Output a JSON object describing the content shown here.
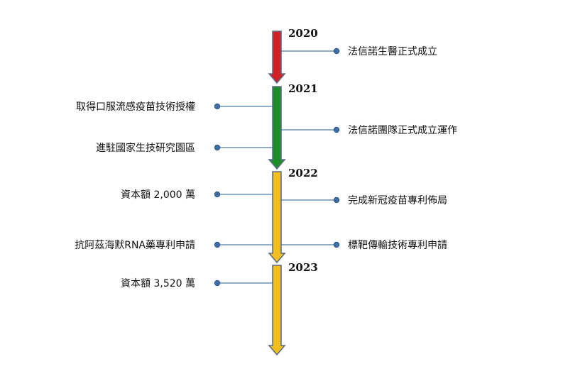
{
  "colors": {
    "line": "#4a7aa8",
    "dot": "#3e6da3",
    "arrow_stroke": "#5a6e88",
    "segment_2020": "#d21f26",
    "segment_2021": "#1f8a2a",
    "segment_2022": "#f2be1f",
    "segment_2023": "#f2be1f"
  },
  "timeline": {
    "years": [
      {
        "label": "2020"
      },
      {
        "label": "2021"
      },
      {
        "label": "2022"
      },
      {
        "label": "2023"
      }
    ],
    "events": [
      {
        "year": "2020",
        "side": "right",
        "text": "法信諾生醫正式成立"
      },
      {
        "year": "2021",
        "side": "left",
        "text": "取得口服流感疫苗技術授權"
      },
      {
        "year": "2021",
        "side": "right",
        "text": "法信諾團隊正式成立運作"
      },
      {
        "year": "2021",
        "side": "left",
        "text": "進駐國家生技研究園區"
      },
      {
        "year": "2022",
        "side": "left",
        "text": "資本額 2,000 萬"
      },
      {
        "year": "2022",
        "side": "right",
        "text": "完成新冠疫苗專利佈局"
      },
      {
        "year": "2022",
        "side": "left",
        "text": "抗阿茲海默RNA藥專利申請"
      },
      {
        "year": "2022",
        "side": "right",
        "text": "標靶傳輸技術專利申請"
      },
      {
        "year": "2023",
        "side": "left",
        "text": "資本額 3,520 萬"
      }
    ]
  }
}
